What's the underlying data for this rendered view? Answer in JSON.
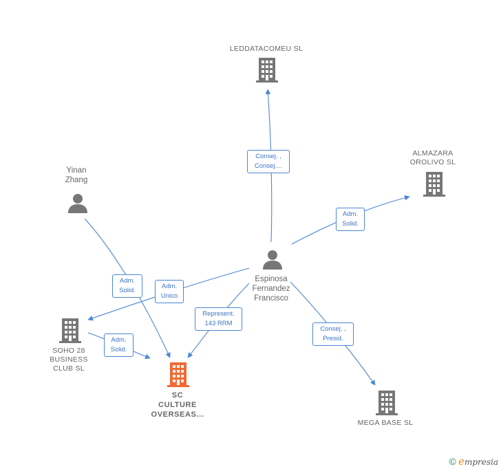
{
  "nodes": {
    "leddatacomeu": {
      "label": "LEDDATACOMEU SL",
      "type": "company"
    },
    "almazara": {
      "label_line1": "ALMAZARA",
      "label_line2": "OROLIVO SL",
      "type": "company"
    },
    "yinan": {
      "label_line1": "Yinan",
      "label_line2": "Zhang",
      "type": "person"
    },
    "espinosa": {
      "label_line1": "Espinosa",
      "label_line2": "Fernandez",
      "label_line3": "Francisco",
      "type": "person"
    },
    "soho": {
      "label_line1": "SOHO 28",
      "label_line2": "BUSINESS",
      "label_line3": "CLUB SL",
      "type": "company"
    },
    "sc_culture": {
      "label_line1": "SC",
      "label_line2": "CULTURE",
      "label_line3": "OVERSEAS...",
      "type": "focus-company"
    },
    "megabase": {
      "label": "MEGA BASE SL",
      "type": "company"
    }
  },
  "edges": {
    "espinosa_leddatacomeu": {
      "line1": "Consej. ,",
      "line2": "Consej...."
    },
    "espinosa_almazara": {
      "line1": "Adm.",
      "line2": "Solid."
    },
    "yinan_sc": {
      "line1": "Adm.",
      "line2": "Solid."
    },
    "espinosa_soho": {
      "line1": "Adm.",
      "line2": "Unico"
    },
    "espinosa_sc": {
      "line1": "Represent.",
      "line2": "143 RRM"
    },
    "soho_sc": {
      "line1": "Adm.",
      "line2": "Solid."
    },
    "espinosa_megabase": {
      "line1": "Consej. ,",
      "line2": "Presid."
    }
  },
  "colors": {
    "edge": "#4a86d4",
    "company_icon": "#777777",
    "focus_icon": "#f06a35",
    "person_icon": "#777777"
  },
  "footer": {
    "copyright": "©",
    "brand_initial": "e",
    "brand_rest": "mpresia"
  }
}
